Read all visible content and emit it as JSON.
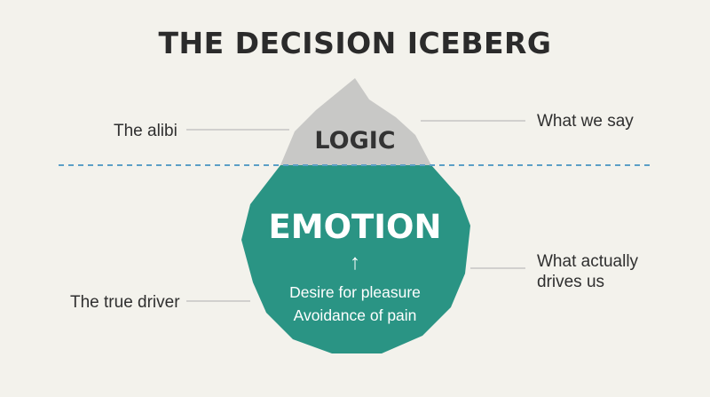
{
  "title": "THE DECISION ICEBERG",
  "iceberg": {
    "tip_label": "LOGIC",
    "body_label": "EMOTION",
    "arrow_glyph": "↑",
    "details": [
      "Desire for pleasure",
      "Avoidance of pain"
    ]
  },
  "left_labels": {
    "tip": "The alibi",
    "body": "The true driver"
  },
  "right_labels": {
    "tip": "What we say",
    "body": [
      "What actually",
      "drives us"
    ]
  },
  "colors": {
    "background": "#f3f2ec",
    "tip": "#c8c8c6",
    "body": "#2a9484",
    "waterline": "#5b9fc6",
    "connector": "#bdbdbd"
  }
}
